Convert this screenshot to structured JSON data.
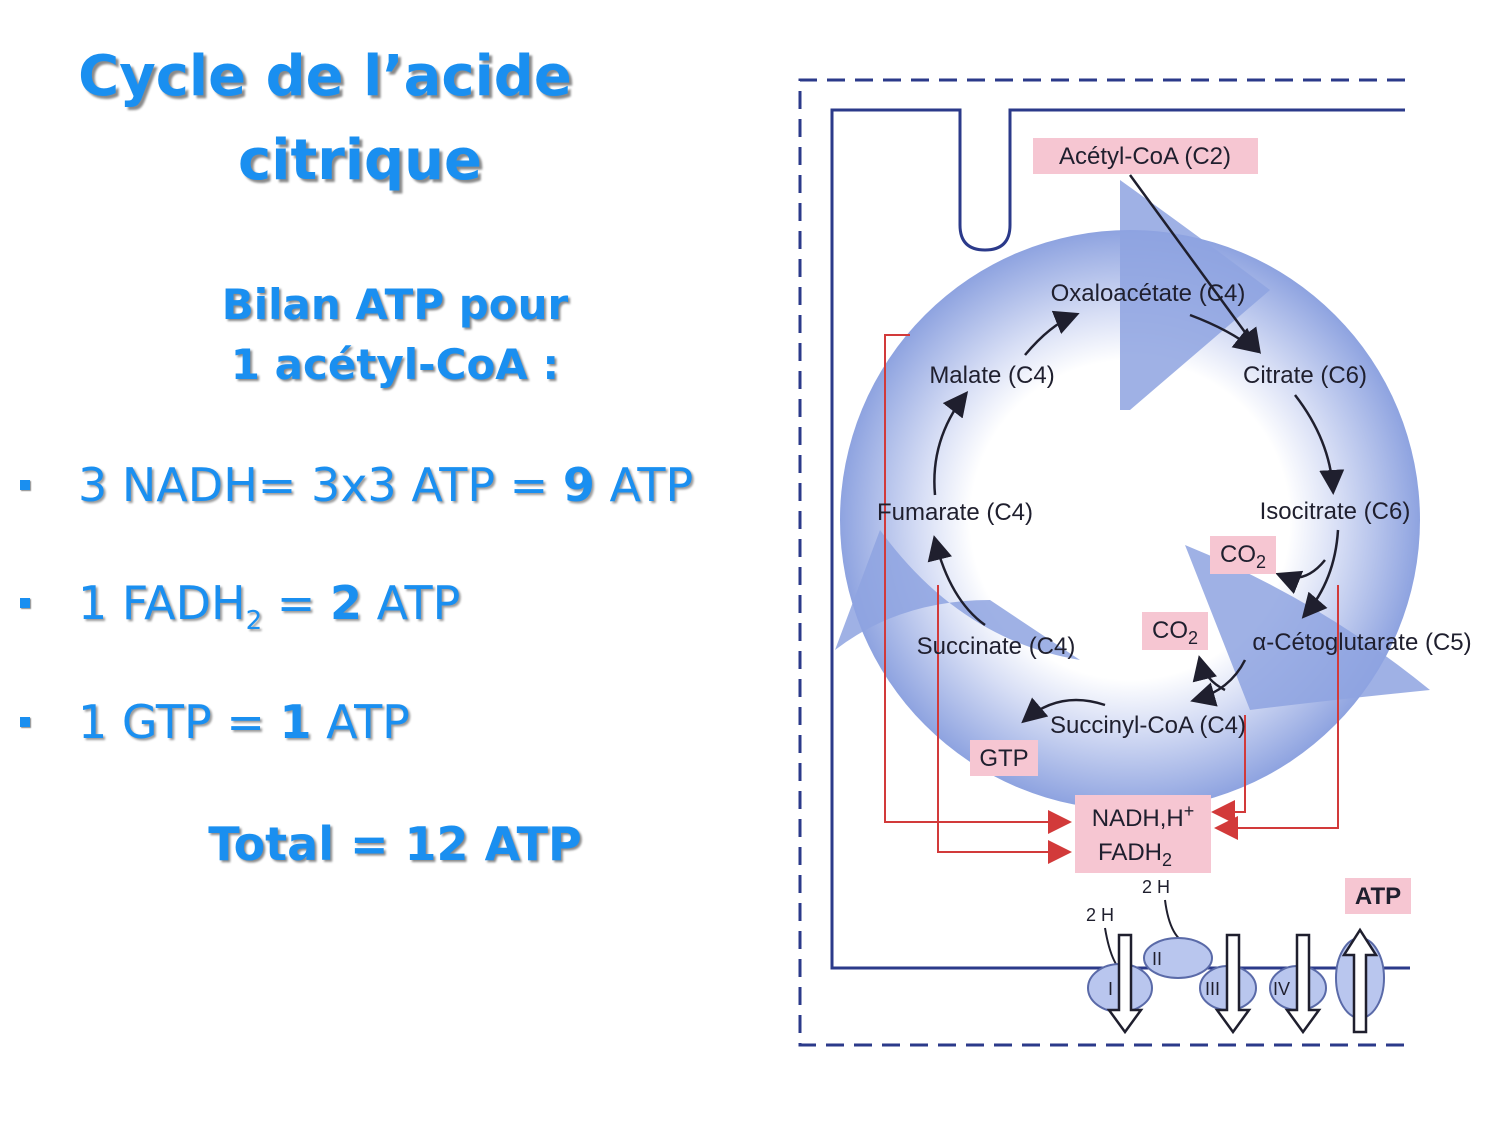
{
  "slide": {
    "title_line1": "Cycle de l’acide",
    "title_line2": "citrique",
    "subtitle_line1": "Bilan ATP pour",
    "subtitle_line2": "1 acétyl-CoA :",
    "bullets": [
      {
        "prefix": "3 NADH= 3x3 ATP = ",
        "bold": "9",
        "suffix": " ATP"
      },
      {
        "prefix": "1 FADH",
        "sub": "2",
        "middle": " = ",
        "bold": "2",
        "suffix": " ATP"
      },
      {
        "prefix": "1 GTP = ",
        "bold": "1",
        "suffix": " ATP"
      }
    ],
    "total": "Total = 12 ATP"
  },
  "diagram": {
    "acetyl_coa": "Acétyl-CoA (C2)",
    "oxaloacetate": "Oxaloacétate (C4)",
    "citrate": "Citrate (C6)",
    "isocitrate": "Isocitrate (C6)",
    "alpha_ketoglutarate": "α-Cétoglutarate (C5)",
    "succinyl_coa": "Succinyl-CoA (C4)",
    "succinate": "Succinate (C4)",
    "fumarate": "Fumarate (C4)",
    "malate": "Malate (C4)",
    "co2_a": "CO",
    "co2_a_sub": "2",
    "co2_b": "CO",
    "co2_b_sub": "2",
    "gtp": "GTP",
    "nadh": "NADH,H",
    "nadh_sup": "+",
    "fadh": "FADH",
    "fadh_sub": "2",
    "atp": "ATP",
    "two_h_a": "2 H",
    "two_h_b": "2 H",
    "complex_1": "I",
    "complex_2": "II",
    "complex_3": "III",
    "complex_4": "IV",
    "colors": {
      "label_box": "#f6c6d2",
      "red_line": "#d23a3a",
      "arrow_blue": "#8ea3e0"
    }
  }
}
